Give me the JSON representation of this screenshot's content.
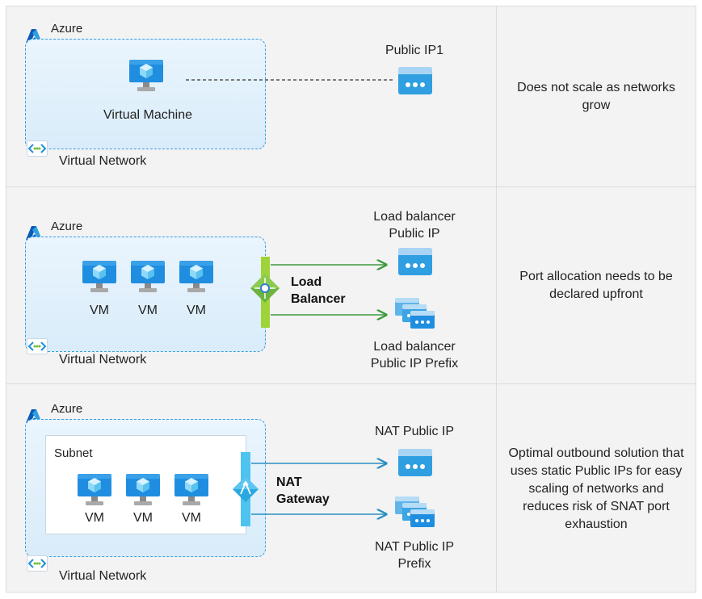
{
  "rows": [
    {
      "azure_label": "Azure",
      "vm_label": "Virtual Machine",
      "vnet_label": "Virtual Network",
      "ip_label": "Public IP1",
      "description": "Does not scale as networks grow"
    },
    {
      "azure_label": "Azure",
      "vm_labels": [
        "VM",
        "VM",
        "VM"
      ],
      "vnet_label": "Virtual Network",
      "service_label_line1": "Load",
      "service_label_line2": "Balancer",
      "ip_label_line1": "Load balancer",
      "ip_label_line2": "Public IP",
      "prefix_label_line1": "Load balancer",
      "prefix_label_line2": "Public IP Prefix",
      "description": "Port allocation needs to be declared upfront"
    },
    {
      "azure_label": "Azure",
      "subnet_label": "Subnet",
      "vm_labels": [
        "VM",
        "VM",
        "VM"
      ],
      "vnet_label": "Virtual Network",
      "service_label_line1": "NAT",
      "service_label_line2": "Gateway",
      "ip_label": "NAT Public IP",
      "prefix_label_line1": "NAT Public IP",
      "prefix_label_line2": "Prefix",
      "description": "Optimal outbound solution that uses static Public IPs for easy scaling of networks and reduces risk of SNAT port exhaustion"
    }
  ],
  "colors": {
    "vnet_border": "#3a9de0",
    "vm_blue": "#1f8ee0",
    "lb_arrow": "#3c9a3c",
    "lb_bar": "#9fd33a",
    "nat_arrow": "#2a8fc2",
    "nat_bar": "#4fc3ef"
  },
  "icons": [
    "azure-logo-icon",
    "virtual-network-icon",
    "virtual-machine-icon",
    "public-ip-icon",
    "public-ip-prefix-icon",
    "load-balancer-icon",
    "nat-gateway-icon"
  ]
}
